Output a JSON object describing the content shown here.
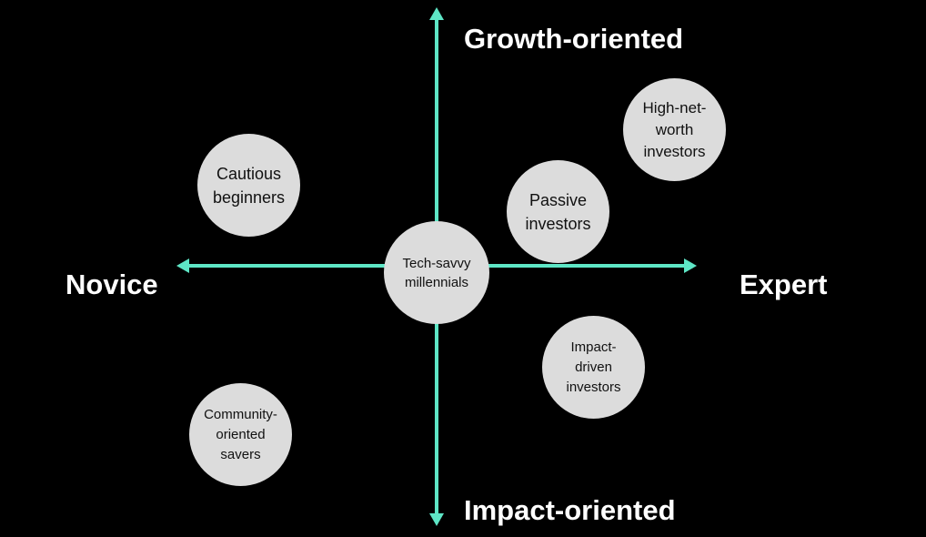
{
  "colors": {
    "background": "#000000",
    "axis": "#5ee6c6",
    "bubble_fill": "#dcdcdc",
    "bubble_text": "#111111",
    "label_text": "#ffffff"
  },
  "axes": {
    "top": "Growth-oriented",
    "bottom": "Impact-oriented",
    "left": "Novice",
    "right": "Expert"
  },
  "segments": {
    "cautious": "Cautious beginners",
    "hnw": "High-net-worth investors",
    "passive": "Passive investors",
    "tech": "Tech-savvy millennials",
    "impact": "Impact-driven investors",
    "community": "Community-oriented savers"
  }
}
